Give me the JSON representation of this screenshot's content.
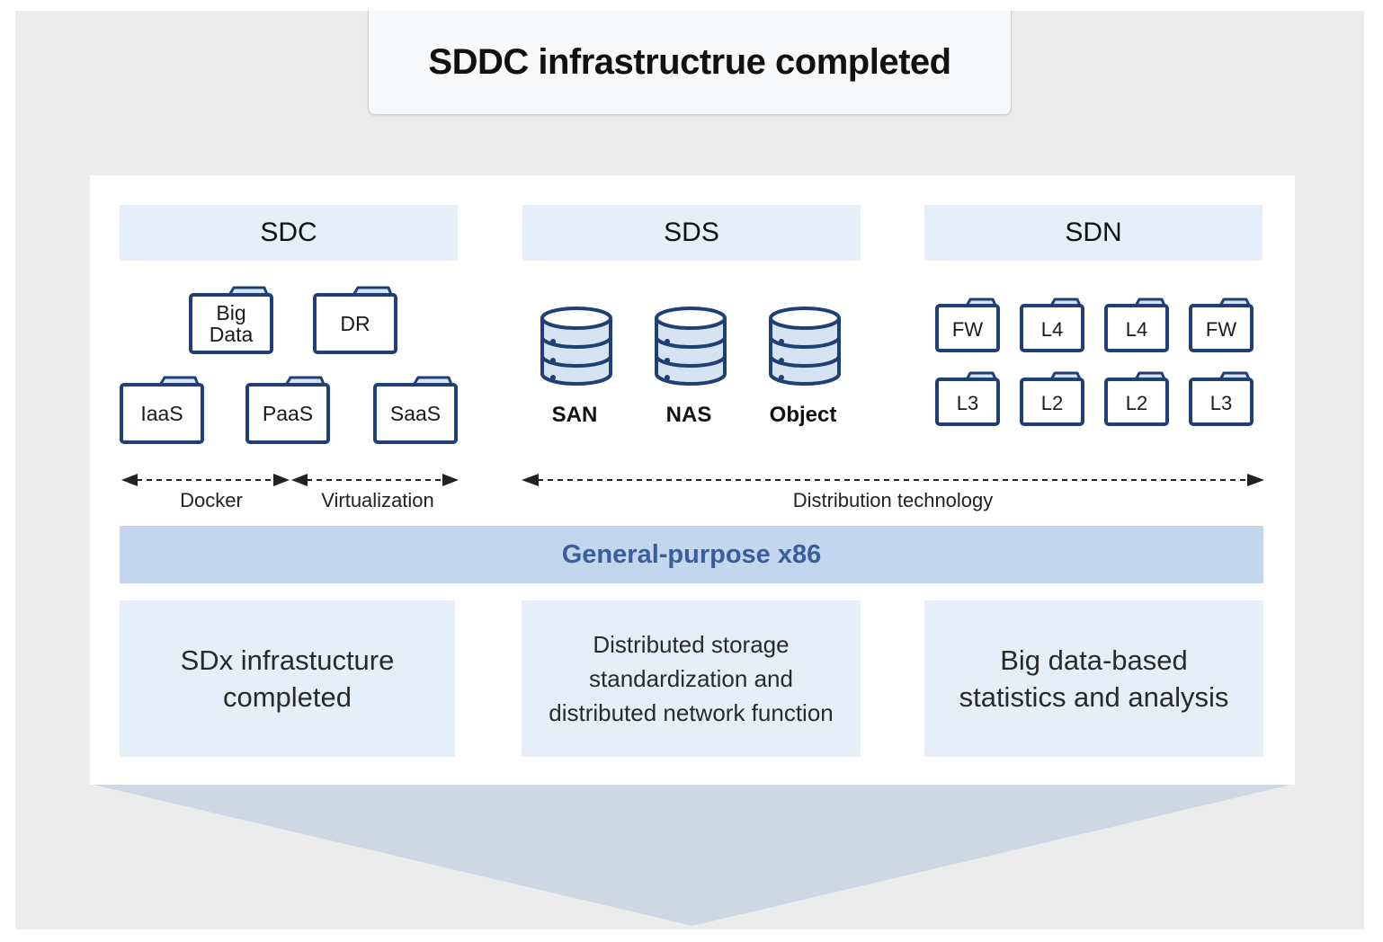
{
  "title": "SDDC infrastructrue completed",
  "columns": {
    "sdc": {
      "header": "SDC",
      "folders_top": [
        "Big Data",
        "DR"
      ],
      "folders_bottom": [
        "IaaS",
        "PaaS",
        "SaaS"
      ],
      "arrow_labels": [
        "Docker",
        "Virtualization"
      ]
    },
    "sds": {
      "header": "SDS",
      "storage": [
        "SAN",
        "NAS",
        "Object"
      ],
      "arrow_label": "Distribution technology"
    },
    "sdn": {
      "header": "SDN",
      "row1": [
        "FW",
        "L4",
        "L4",
        "FW"
      ],
      "row2": [
        "L3",
        "L2",
        "L2",
        "L3"
      ]
    }
  },
  "base_bar": "General-purpose x86",
  "outcomes": [
    [
      "SDx infrastucture",
      "completed"
    ],
    [
      "Distributed storage",
      "standardization and",
      "distributed network function"
    ],
    [
      "Big data-based",
      "statistics and analysis"
    ]
  ],
  "colors": {
    "icon_stroke": "#1f3f75",
    "icon_fill": "#d5e3f3",
    "header_bg": "#e6eef9",
    "bar_bg": "#c2d7ee",
    "bar_text": "#3a5e9c",
    "funnel": "#cdd8e5"
  }
}
